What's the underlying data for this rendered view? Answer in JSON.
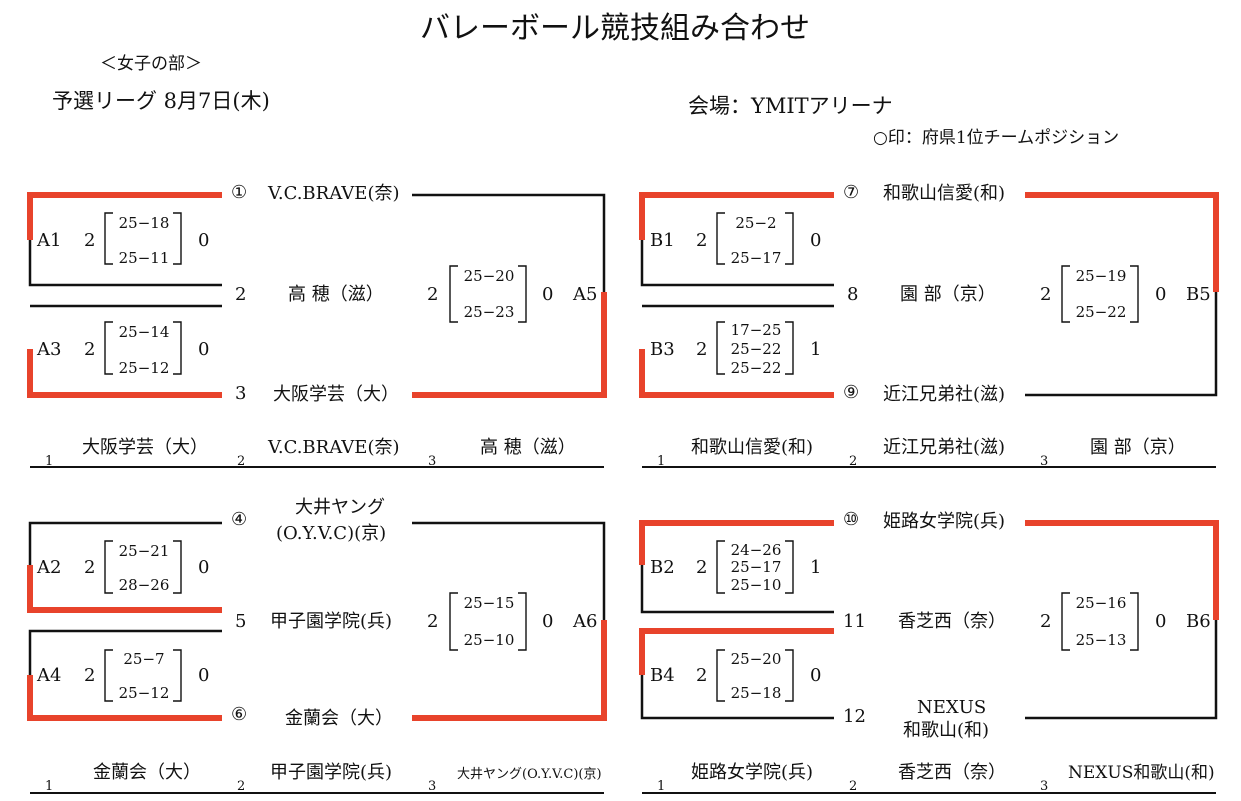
{
  "header": {
    "title": "バレーボール競技組み合わせ",
    "division": "＜女子の部＞",
    "round": "予選リーグ 8月7日(木)",
    "venue": "会場：YMITアリーナ",
    "note": "○印：府県1位チームポジション"
  },
  "accent_color": "#e8432b",
  "blocks": {
    "a1": {
      "seeds": [
        "①",
        "2",
        "3"
      ],
      "teams": [
        "V.C.BRAVE(奈)",
        "高 穂（滋）",
        "大阪学芸（大）"
      ],
      "m1": {
        "label": "A1",
        "left": "2",
        "right": "0",
        "scores": [
          "25−18",
          "25−11"
        ]
      },
      "m2": {
        "label": "A3",
        "left": "2",
        "right": "0",
        "scores": [
          "25−14",
          "25−12"
        ]
      },
      "m3": {
        "label": "A5",
        "left": "2",
        "right": "0",
        "scores": [
          "25−20",
          "25−23"
        ]
      },
      "order": [
        {
          "n": "1",
          "team": "大阪学芸（大）"
        },
        {
          "n": "2",
          "team": "V.C.BRAVE(奈)"
        },
        {
          "n": "3",
          "team": "高 穂（滋）"
        }
      ]
    },
    "b1": {
      "seeds": [
        "⑦",
        "8",
        "⑨"
      ],
      "teams": [
        "和歌山信愛(和)",
        "園 部（京）",
        "近江兄弟社(滋)"
      ],
      "m1": {
        "label": "B1",
        "left": "2",
        "right": "0",
        "scores": [
          "25−2",
          "25−17"
        ]
      },
      "m2": {
        "label": "B3",
        "left": "2",
        "right": "1",
        "scores": [
          "17−25",
          "25−22",
          "25−22"
        ]
      },
      "m3": {
        "label": "B5",
        "left": "2",
        "right": "0",
        "scores": [
          "25−19",
          "25−22"
        ]
      },
      "order": [
        {
          "n": "1",
          "team": "和歌山信愛(和)"
        },
        {
          "n": "2",
          "team": "近江兄弟社(滋)"
        },
        {
          "n": "3",
          "team": "園 部（京）"
        }
      ]
    },
    "a2": {
      "seeds": [
        "④",
        "5",
        "⑥"
      ],
      "teams": [
        "大井ヤング",
        "(O.Y.V.C)(京)",
        "甲子園学院(兵)",
        "金蘭会（大）"
      ],
      "m1": {
        "label": "A2",
        "left": "2",
        "right": "0",
        "scores": [
          "25−21",
          "28−26"
        ]
      },
      "m2": {
        "label": "A4",
        "left": "2",
        "right": "0",
        "scores": [
          "25−7",
          "25−12"
        ]
      },
      "m3": {
        "label": "A6",
        "left": "2",
        "right": "0",
        "scores": [
          "25−15",
          "25−10"
        ]
      },
      "order": [
        {
          "n": "1",
          "team": "金蘭会（大）"
        },
        {
          "n": "2",
          "team": "甲子園学院(兵)"
        },
        {
          "n": "3",
          "team": "大井ヤング(O.Y.V.C)(京)"
        }
      ]
    },
    "b2": {
      "seeds": [
        "⑩",
        "11",
        "12"
      ],
      "teams": [
        "姫路女学院(兵)",
        "香芝西（奈）",
        "NEXUS",
        "和歌山(和)"
      ],
      "m1": {
        "label": "B2",
        "left": "2",
        "right": "1",
        "scores": [
          "24−26",
          "25−17",
          "25−10"
        ]
      },
      "m2": {
        "label": "B4",
        "left": "2",
        "right": "0",
        "scores": [
          "25−20",
          "25−18"
        ]
      },
      "m3": {
        "label": "B6",
        "left": "2",
        "right": "0",
        "scores": [
          "25−16",
          "25−13"
        ]
      },
      "order": [
        {
          "n": "1",
          "team": "姫路女学院(兵)"
        },
        {
          "n": "2",
          "team": "香芝西（奈）"
        },
        {
          "n": "3",
          "team": "NEXUS和歌山(和)"
        }
      ]
    }
  }
}
